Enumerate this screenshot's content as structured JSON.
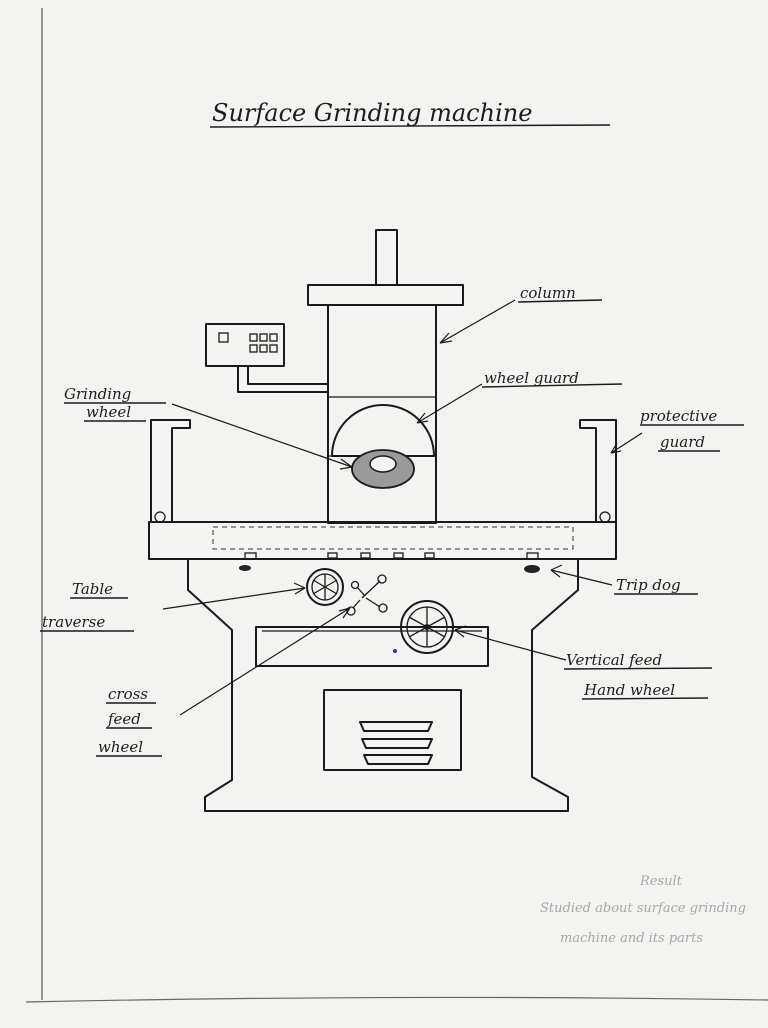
{
  "title": "Surface Grinding machine",
  "labels": {
    "column": "column",
    "wheel_guard": "wheel guard",
    "grinding_wheel": [
      "Grinding",
      "wheel"
    ],
    "protective_guard": [
      "protective",
      "guard"
    ],
    "table_traverse": [
      "Table",
      "traverse"
    ],
    "trip_dog": "Trip dog",
    "vertical_feed_hand_wheel": [
      "Vertical feed",
      "Hand wheel"
    ],
    "cross_feed_wheel": [
      "cross",
      "feed",
      "wheel"
    ]
  },
  "footer_note": [
    "Result",
    "Studied about surface grinding",
    "machine and its parts"
  ],
  "colors": {
    "ink": "#1a1a1a",
    "paper": "#f3f3f1",
    "wheel": "#9a9a9a"
  }
}
